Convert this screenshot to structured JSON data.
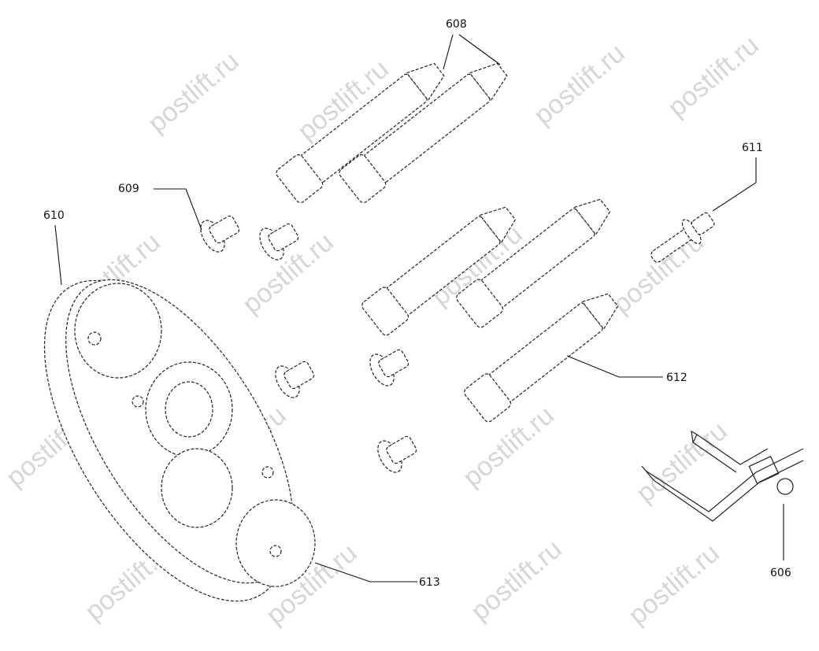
{
  "watermark": "postlift.ru",
  "callouts": {
    "c608": "608",
    "c609": "609",
    "c610": "610",
    "c611": "611",
    "c612": "612",
    "c613": "613",
    "c606": "606"
  }
}
